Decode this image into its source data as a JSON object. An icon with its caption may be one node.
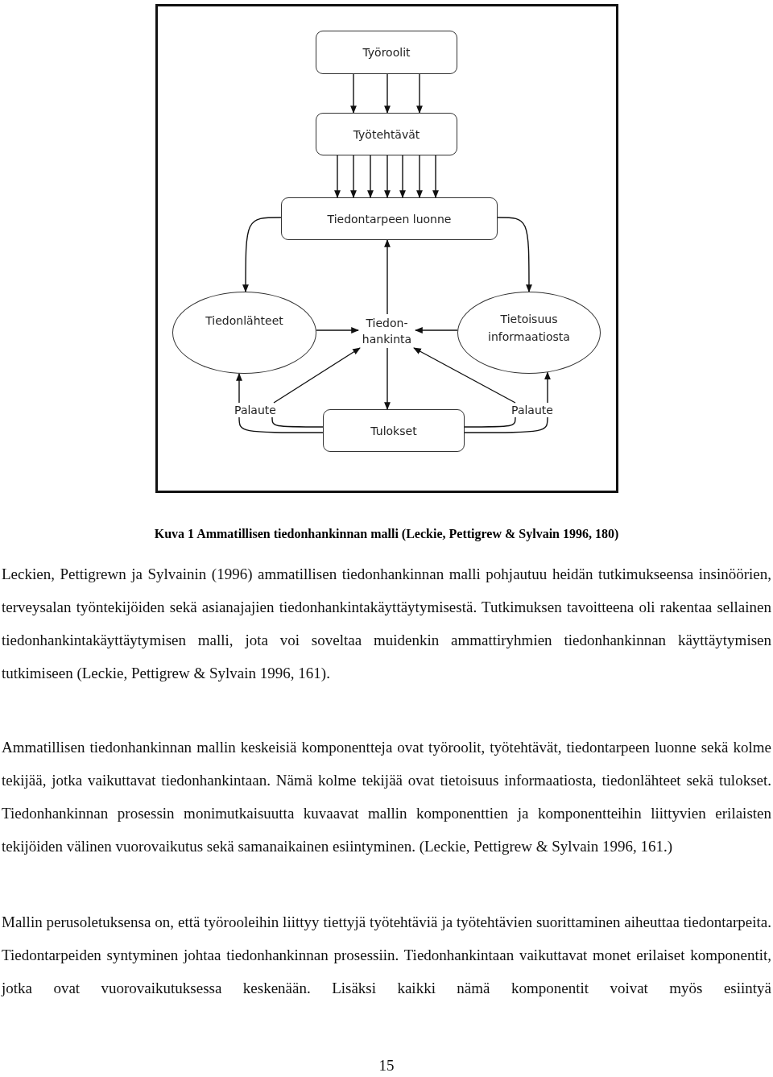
{
  "diagram": {
    "caption": "Kuva 1 Ammatillisen tiedonhankinnan malli (Leckie, Pettigrew & Sylvain 1996, 180)",
    "nodes": [
      {
        "text": [
          "Työroolit"
        ]
      },
      {
        "text": [
          "Työtehtävät"
        ]
      },
      {
        "text": [
          "Tiedontarpeen luonne"
        ]
      },
      {
        "text": [
          "Tiedonlähteet"
        ]
      },
      {
        "text": [
          "Tiedon- hankinta"
        ]
      },
      {
        "text": [
          "Tietoisuus informaatiosta"
        ]
      },
      {
        "text": [
          "Palaute"
        ]
      },
      {
        "text": [
          "Palaute"
        ]
      },
      {
        "text": [
          "Tulokset"
        ]
      }
    ],
    "edges": [
      {
        "from": 0,
        "to": 1,
        "arrow": "to"
      },
      {
        "from": 0,
        "to": 1,
        "arrow": "to"
      },
      {
        "from": 0,
        "to": 1,
        "arrow": "to"
      },
      {
        "from": 1,
        "to": 2,
        "arrow": "to"
      },
      {
        "from": 1,
        "to": 2,
        "arrow": "to"
      },
      {
        "from": 1,
        "to": 2,
        "arrow": "to"
      },
      {
        "from": 1,
        "to": 2,
        "arrow": "to"
      },
      {
        "from": 1,
        "to": 2,
        "arrow": "to"
      },
      {
        "from": 1,
        "to": 2,
        "arrow": "to"
      },
      {
        "from": 1,
        "to": 2,
        "arrow": "to"
      },
      {
        "from": 2,
        "to": 3,
        "arrow": "to"
      },
      {
        "from": 2,
        "to": 5,
        "arrow": "to"
      },
      {
        "from": 3,
        "to": 4,
        "arrow": "to"
      },
      {
        "from": 5,
        "to": 4,
        "arrow": "to"
      },
      {
        "from": 4,
        "to": 2,
        "arrow": "to"
      },
      {
        "from": 4,
        "to": 8,
        "arrow": "to"
      },
      {
        "from": 8,
        "to": 6,
        "arrow": "none"
      },
      {
        "from": 8,
        "to": 6,
        "arrow": "none"
      },
      {
        "from": 6,
        "to": 3,
        "arrow": "to"
      },
      {
        "from": 6,
        "to": 4,
        "arrow": "to"
      },
      {
        "from": 8,
        "to": 7,
        "arrow": "none"
      },
      {
        "from": 8,
        "to": 7,
        "arrow": "none"
      },
      {
        "from": 7,
        "to": 5,
        "arrow": "to"
      },
      {
        "from": 7,
        "to": 4,
        "arrow": "to"
      }
    ],
    "labels": [
      "Leckien, Pettigrewn ja Sylvainin (1996) ammatillisen tiedonhankinnan malli pohjautuu heidän tutkimukseensa insinöörien, terveysalan työntekijöiden sekä asianajajien tiedonhankintakäyttäytymisestä. Tutkimuksen tavoitteena oli rakentaa sellainen tiedonhankintakäyttäytymisen malli, jota voi soveltaa muidenkin ammattiryhmien tiedonhankinnan käyttäytymisen tutkimiseen (Leckie, Pettigrew & Sylvain 1996, 161).",
      "Ammatillisen tiedonhankinnan mallin keskeisiä komponentteja ovat työroolit, työtehtävät, tiedontarpeen luonne sekä kolme tekijää, jotka vaikuttavat tiedonhankintaan. Nämä kolme tekijää ovat tietoisuus informaatiosta, tiedonlähteet sekä tulokset. Tiedonhankinnan prosessin monimutkaisuutta kuvaavat mallin komponenttien ja komponentteihin liittyvien erilaisten tekijöiden välinen vuorovaikutus sekä samanaikainen esiintyminen. (Leckie, Pettigrew & Sylvain 1996, 161.)",
      "Mallin perusoletuksensa on, että työrooleihin liittyy tiettyjä työtehtäviä ja työtehtävien suorittaminen aiheuttaa tiedontarpeita. Tiedontarpeiden syntyminen johtaa tiedonhankinnan prosessiin. Tiedonhankintaan vaikuttavat monet erilaiset komponentit, jotka ovat vuorovaikutuksessa keskenään. Lisäksi kaikki nämä komponentit voivat myös esiintyä",
      "15"
    ]
  }
}
